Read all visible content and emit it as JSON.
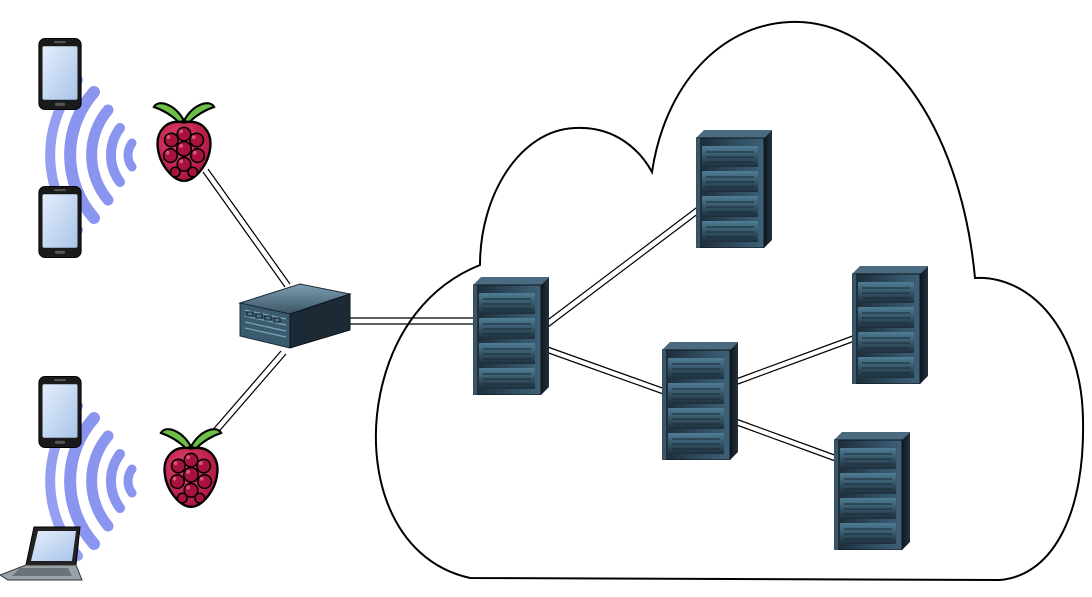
{
  "diagram": {
    "colors": {
      "background": "#ffffff",
      "cloud_outline": "#000000",
      "link": "#000000",
      "wifi": "#8a95f0",
      "server_body": "#243746",
      "server_front": "#2f4b5e",
      "server_highlight": "#5f8aa3",
      "raspberry": "#c51a4a",
      "leaf": "#6cc04a",
      "phone_body": "#1a1a1a",
      "phone_screen": "#c8dcf5"
    },
    "nodes": [
      {
        "id": "phone-1",
        "icon": "smartphone-icon",
        "group": "edge-top"
      },
      {
        "id": "phone-2",
        "icon": "smartphone-icon",
        "group": "edge-top"
      },
      {
        "id": "phone-3",
        "icon": "smartphone-icon",
        "group": "edge-bottom"
      },
      {
        "id": "laptop-1",
        "icon": "laptop-icon",
        "group": "edge-bottom"
      },
      {
        "id": "pi-top",
        "icon": "raspberry-pi-icon",
        "group": "edge-top"
      },
      {
        "id": "pi-bottom",
        "icon": "raspberry-pi-icon",
        "group": "edge-bottom"
      },
      {
        "id": "gateway",
        "icon": "gateway-server-icon",
        "group": "fog"
      },
      {
        "id": "cloud-server-entry",
        "icon": "server-rack-icon",
        "group": "cloud"
      },
      {
        "id": "cloud-server-top",
        "icon": "server-rack-icon",
        "group": "cloud"
      },
      {
        "id": "cloud-server-middle",
        "icon": "server-rack-icon",
        "group": "cloud"
      },
      {
        "id": "cloud-server-right",
        "icon": "server-rack-icon",
        "group": "cloud"
      },
      {
        "id": "cloud-server-bottom",
        "icon": "server-rack-icon",
        "group": "cloud"
      }
    ],
    "links": [
      {
        "from": "pi-top",
        "to": "gateway",
        "medium": "wired"
      },
      {
        "from": "pi-bottom",
        "to": "gateway",
        "medium": "wired"
      },
      {
        "from": "gateway",
        "to": "cloud-server-entry",
        "medium": "wired"
      },
      {
        "from": "cloud-server-entry",
        "to": "cloud-server-top",
        "medium": "wired"
      },
      {
        "from": "cloud-server-entry",
        "to": "cloud-server-middle",
        "medium": "wired"
      },
      {
        "from": "cloud-server-middle",
        "to": "cloud-server-right",
        "medium": "wired"
      },
      {
        "from": "cloud-server-middle",
        "to": "cloud-server-bottom",
        "medium": "wired"
      },
      {
        "from": "phone-1",
        "to": "pi-top",
        "medium": "wifi"
      },
      {
        "from": "phone-2",
        "to": "pi-top",
        "medium": "wifi"
      },
      {
        "from": "phone-3",
        "to": "pi-bottom",
        "medium": "wifi"
      },
      {
        "from": "laptop-1",
        "to": "pi-bottom",
        "medium": "wifi"
      }
    ]
  }
}
